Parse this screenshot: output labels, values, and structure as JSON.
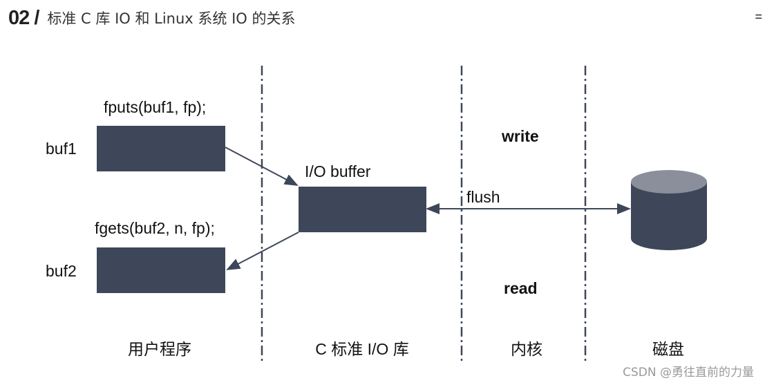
{
  "header": {
    "number": "02 /",
    "title": "标准 C 库 IO 和 Linux 系统 IO 的关系",
    "menu_icon": "menu-icon"
  },
  "diagram": {
    "fputs": "fputs(buf1, fp);",
    "fgets": "fgets(buf2, n, fp);",
    "buf1": "buf1",
    "buf2": "buf2",
    "io_buffer": "I/O buffer",
    "flush": "flush",
    "write": "write",
    "read": "read",
    "columns": [
      "用户程序",
      "C 标准 I/O 库",
      "内核",
      "磁盘"
    ],
    "colors": {
      "box": "#3d4759",
      "disk_top": "#8a8f9b",
      "line": "#3d4759"
    }
  },
  "watermark": "CSDN @勇往直前的力量"
}
